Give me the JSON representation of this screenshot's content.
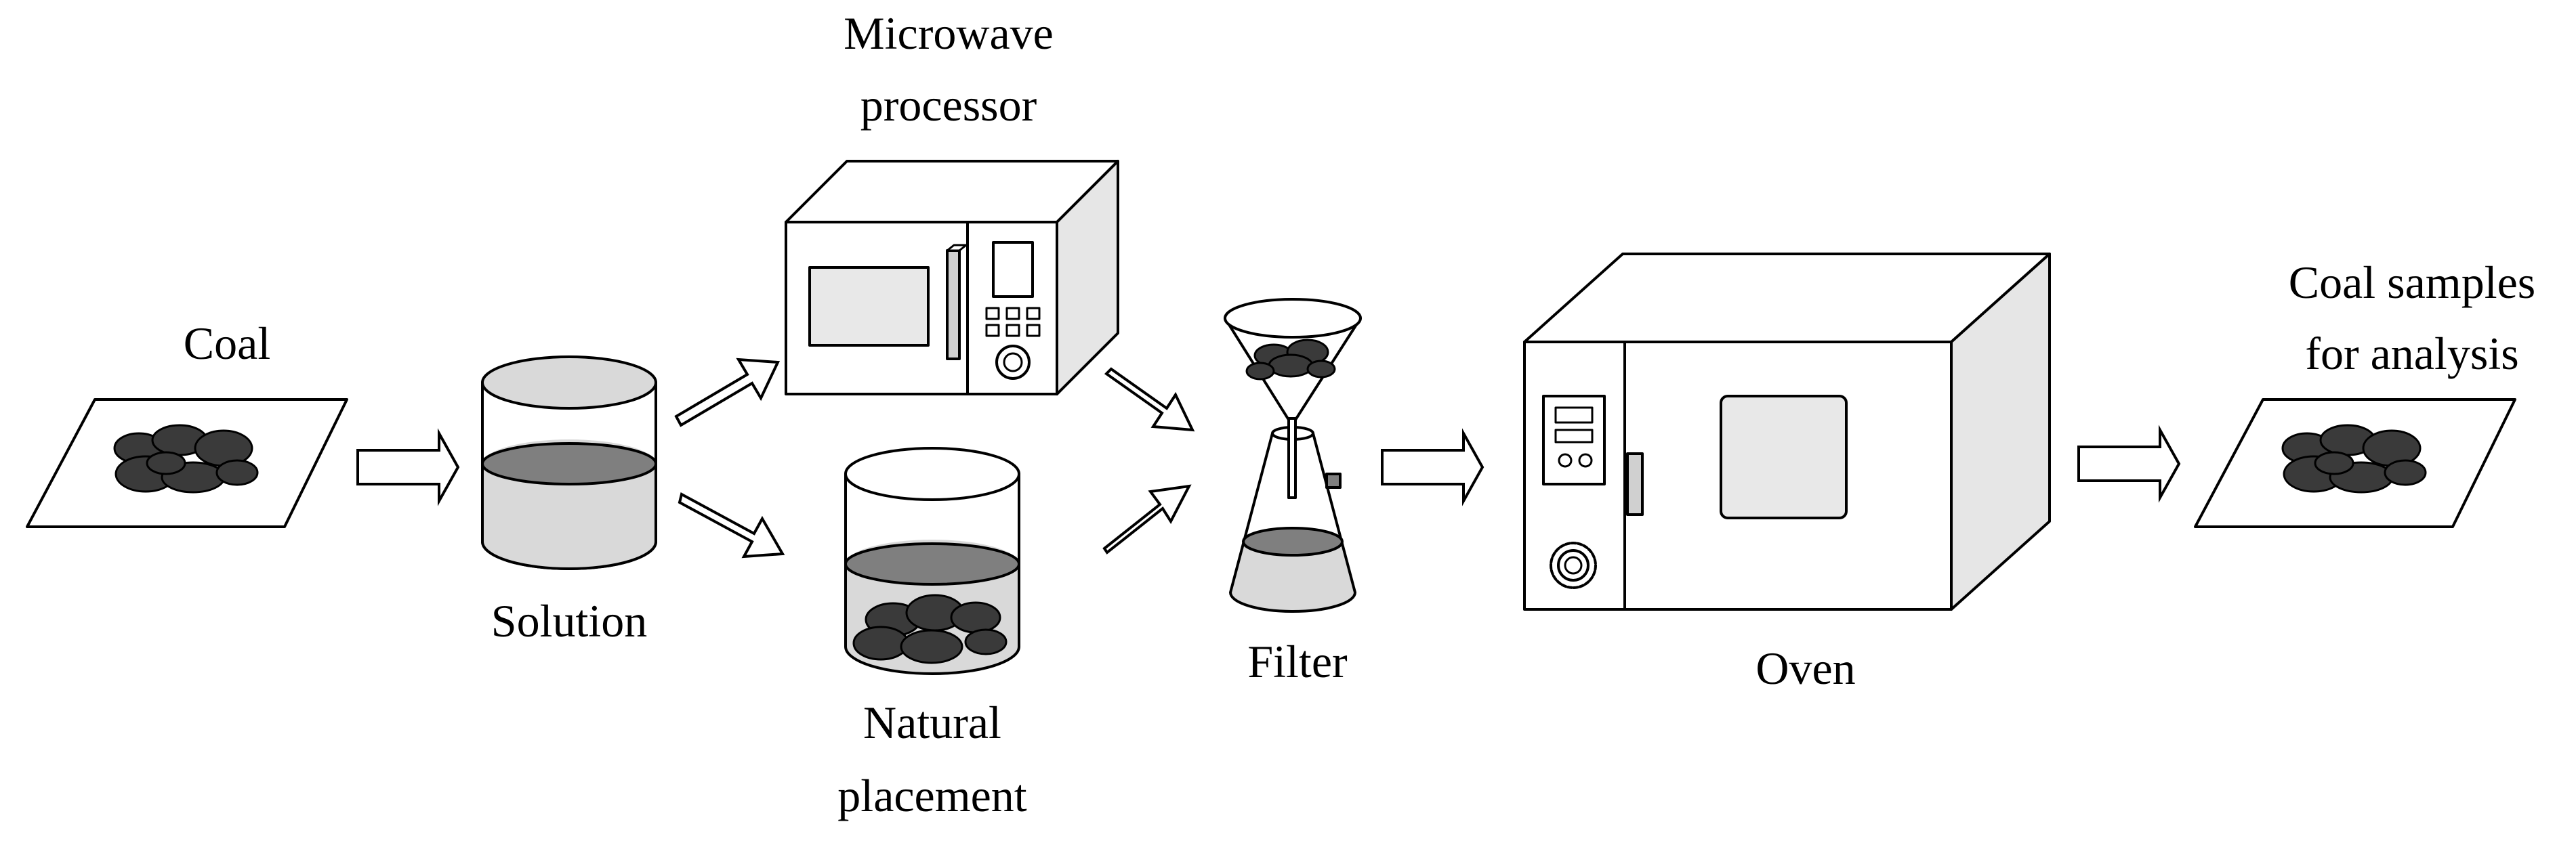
{
  "labels": {
    "coal": "Coal",
    "solution": "Solution",
    "microwave_line1": "Microwave",
    "microwave_line2": "processor",
    "natural_line1": "Natural",
    "natural_line2": "placement",
    "filter": "Filter",
    "oven": "Oven",
    "samples_line1": "Coal samples",
    "samples_line2": "for analysis"
  },
  "colors": {
    "liquid_light": "#d9d9d9",
    "liquid_surface": "#7f7f7f",
    "coal": "#3a3a3a",
    "appliance_side": "#e6e6e6",
    "window": "#e8e8e8",
    "outline": "#000000"
  }
}
